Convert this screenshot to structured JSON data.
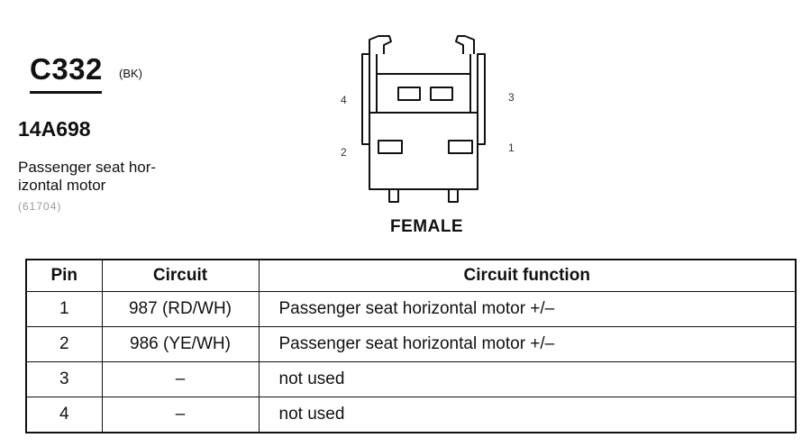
{
  "connector": {
    "id": "C332",
    "color": "(BK)",
    "part_number": "14A698",
    "description": "Passenger seat hor-izontal motor",
    "description_lines": [
      "Passenger seat hor-",
      "izontal motor"
    ],
    "location_code": "(61704)"
  },
  "diagram": {
    "pin_labels": [
      "4",
      "3",
      "2",
      "1"
    ],
    "gender": "FEMALE"
  },
  "table": {
    "headers": [
      "Pin",
      "Circuit",
      "Circuit function"
    ],
    "rows": [
      {
        "pin": "1",
        "circuit": "987 (RD/WH)",
        "function": "Passenger seat horizontal motor  +/–"
      },
      {
        "pin": "2",
        "circuit": "986 (YE/WH)",
        "function": "Passenger seat horizontal motor  +/–"
      },
      {
        "pin": "3",
        "circuit": "–",
        "function": "not used"
      },
      {
        "pin": "4",
        "circuit": "–",
        "function": "not used"
      }
    ]
  }
}
